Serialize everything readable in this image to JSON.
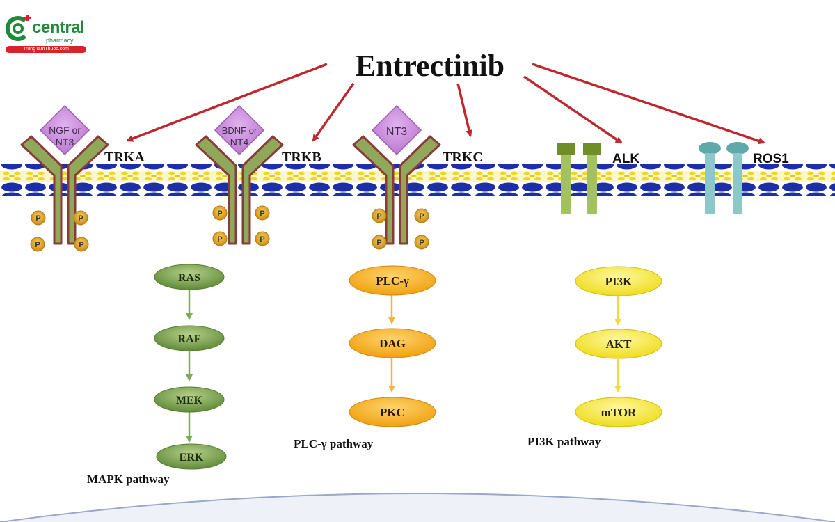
{
  "logo": {
    "name": "central",
    "sub": "pharmacy",
    "site": "TrungTamThuoc.com"
  },
  "drug": "Entrectinib",
  "receptors": [
    {
      "name": "TRKA",
      "ligand_line1": "NGF or",
      "ligand_line2": "NT3"
    },
    {
      "name": "TRKB",
      "ligand_line1": "BDNF or",
      "ligand_line2": "NT4"
    },
    {
      "name": "TRKC",
      "ligand_line1": "NT3",
      "ligand_line2": ""
    },
    {
      "name": "ALK"
    },
    {
      "name": "ROS1"
    }
  ],
  "phospho_label": "P",
  "pathways": {
    "mapk": {
      "name": "MAPK pathway",
      "nodes": [
        "RAS",
        "RAF",
        "MEK",
        "ERK"
      ]
    },
    "plc": {
      "name": "PLC-γ pathway",
      "nodes": [
        "PLC-γ",
        "DAG",
        "PKC"
      ]
    },
    "pi3k": {
      "name": "PI3K pathway",
      "nodes": [
        "PI3K",
        "AKT",
        "mTOR"
      ]
    }
  },
  "colors": {
    "arrow": "#c0272d",
    "membrane_head": "#1c2fa8",
    "membrane_core": "#f2e21f",
    "trk_receptor": "#8fa85a",
    "trk_outline": "#8b3a3a",
    "ligand": "#c77fd8",
    "alk": "#8fb04a",
    "ros1": "#7fc1c3",
    "phospho": "#e0a22a",
    "mapk_node": "#6f9a45",
    "plc_node": "#f5a81c",
    "pi3k_node": "#f2e21f",
    "logo_green": "#1f8a3c",
    "logo_red": "#d8232a"
  }
}
